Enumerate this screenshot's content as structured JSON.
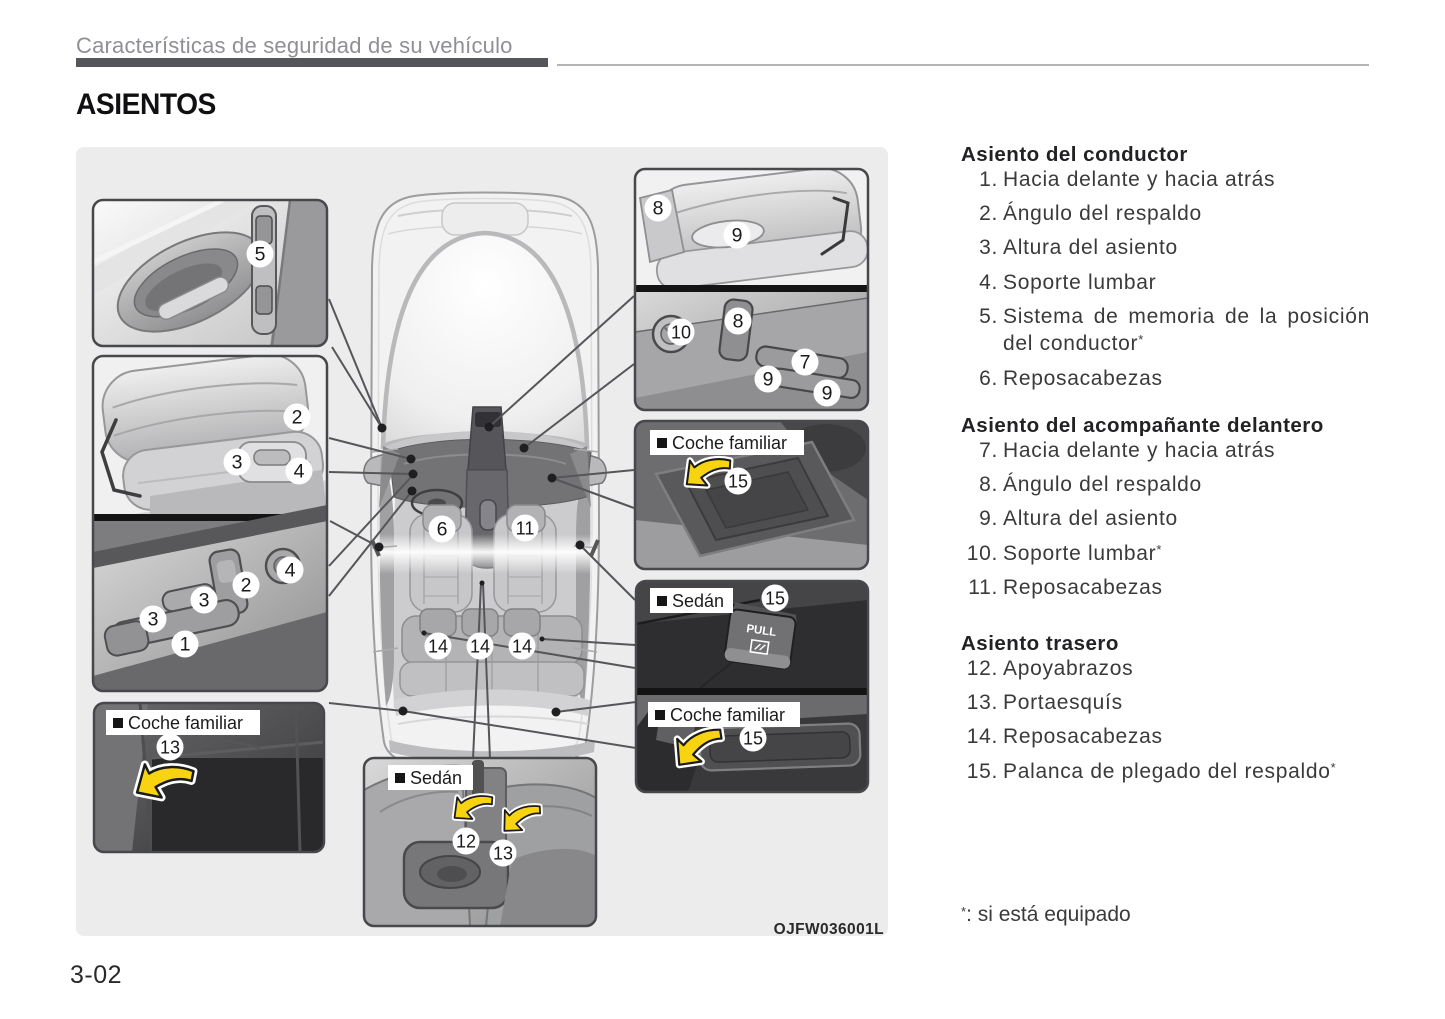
{
  "header": {
    "breadcrumb": "Características de seguridad de su vehículo",
    "title": "ASIENTOS"
  },
  "sections": [
    {
      "heading": "Asiento del conductor",
      "items": [
        {
          "num": "1.",
          "text": "Hacia delante y hacia atrás"
        },
        {
          "num": "2.",
          "text": "Ángulo del respaldo"
        },
        {
          "num": "3.",
          "text": "Altura del asiento"
        },
        {
          "num": "4.",
          "text": "Soporte lumbar"
        },
        {
          "num": "5.",
          "text": "Sistema de memoria de la posición del conductor",
          "sup": "*"
        },
        {
          "num": "6.",
          "text": "Reposacabezas"
        }
      ]
    },
    {
      "heading": "Asiento del acompañante delantero",
      "items": [
        {
          "num": "7.",
          "text": "Hacia delante y hacia atrás"
        },
        {
          "num": "8.",
          "text": "Ángulo del respaldo"
        },
        {
          "num": "9.",
          "text": "Altura del asiento"
        },
        {
          "num": "10.",
          "text": "Soporte lumbar",
          "sup": "*"
        },
        {
          "num": "11.",
          "text": "Reposacabezas"
        }
      ]
    },
    {
      "heading": "Asiento trasero",
      "items": [
        {
          "num": "12.",
          "text": "Apoyabrazos"
        },
        {
          "num": "13.",
          "text": "Portaesquís"
        },
        {
          "num": "14.",
          "text": "Reposacabezas"
        },
        {
          "num": "15.",
          "text": "Palanca de plegado del respaldo",
          "sup": "*"
        }
      ]
    }
  ],
  "footnote": {
    "sup": "*",
    "text": ": si está equipado"
  },
  "page_number": "3-02",
  "figure": {
    "image_code": "OJFW036001L",
    "pull_tag": "PULL",
    "labels": {
      "family_car_1": "Coche familiar",
      "family_car_2": "Coche familiar",
      "family_car_3": "Coche familiar",
      "sedan_1": "Sedán",
      "sedan_2": "Sedán"
    },
    "badges": [
      "5",
      "2",
      "3",
      "4",
      "4",
      "2",
      "3",
      "3",
      "1",
      "13",
      "6",
      "11",
      "14",
      "14",
      "14",
      "8",
      "9",
      "10",
      "8",
      "7",
      "9",
      "9",
      "15",
      "15",
      "15",
      "12",
      "13"
    ],
    "colors": {
      "canvas": "#ececed",
      "arrow_yellow": "#f8d410",
      "accent_bar": "#55565a"
    }
  }
}
